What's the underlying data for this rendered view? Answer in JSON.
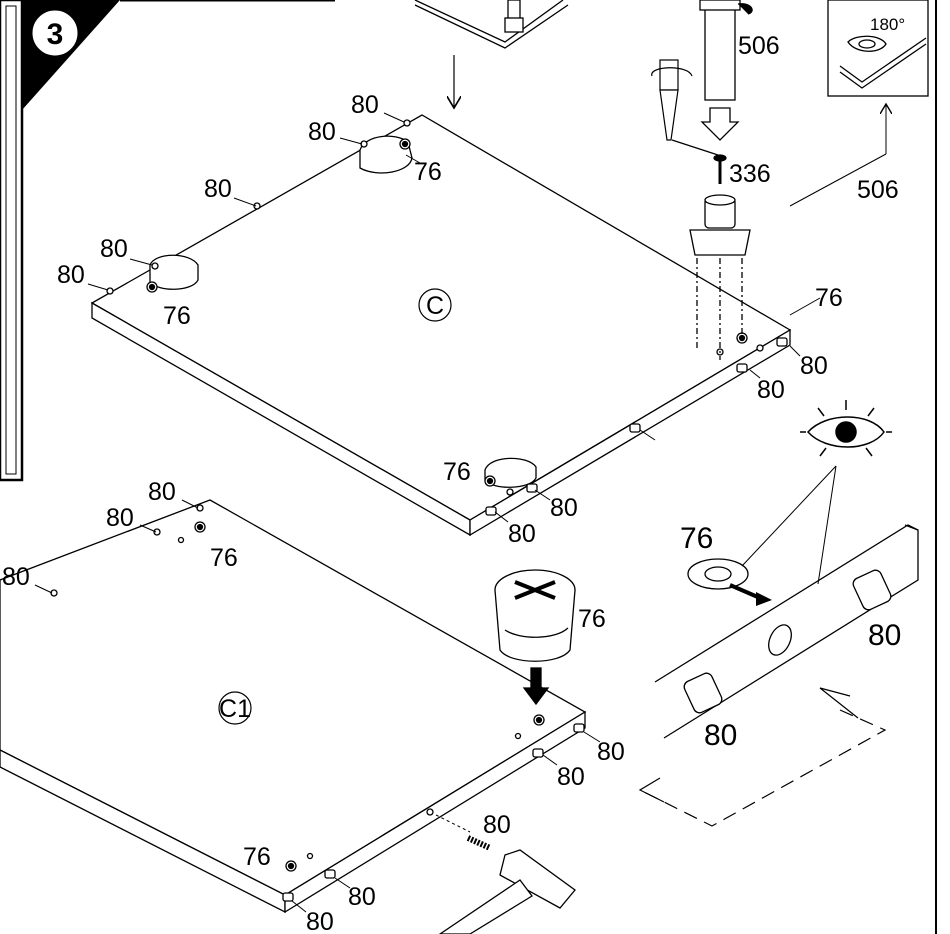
{
  "step": {
    "number": "3"
  },
  "panels": {
    "c": "C",
    "c1": "C1"
  },
  "parts": {
    "p80": "80",
    "p76": "76",
    "p506": "506",
    "p336": "336"
  },
  "inset": {
    "rotation": "180°"
  }
}
